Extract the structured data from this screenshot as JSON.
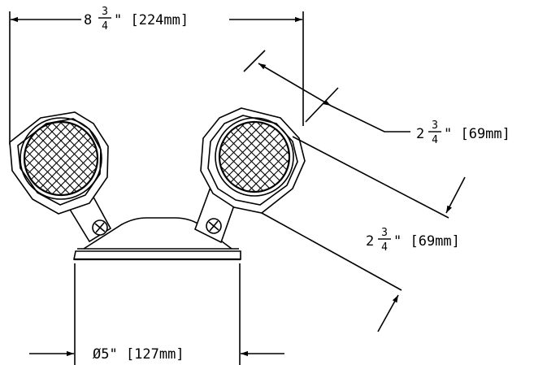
{
  "dimensions": {
    "overall_width": {
      "whole": "8",
      "numerator": "3",
      "denominator": "4",
      "rest": "\" [224mm]"
    },
    "head_width": {
      "whole": "2",
      "numerator": "3",
      "denominator": "4",
      "rest": "\" [69mm]"
    },
    "head_depth": {
      "whole": "2",
      "numerator": "3",
      "denominator": "4",
      "rest": "\" [69mm]"
    },
    "base_diameter": {
      "text": "Ø5\" [127mm]"
    }
  },
  "colors": {
    "line": "#000000",
    "background": "#ffffff"
  }
}
